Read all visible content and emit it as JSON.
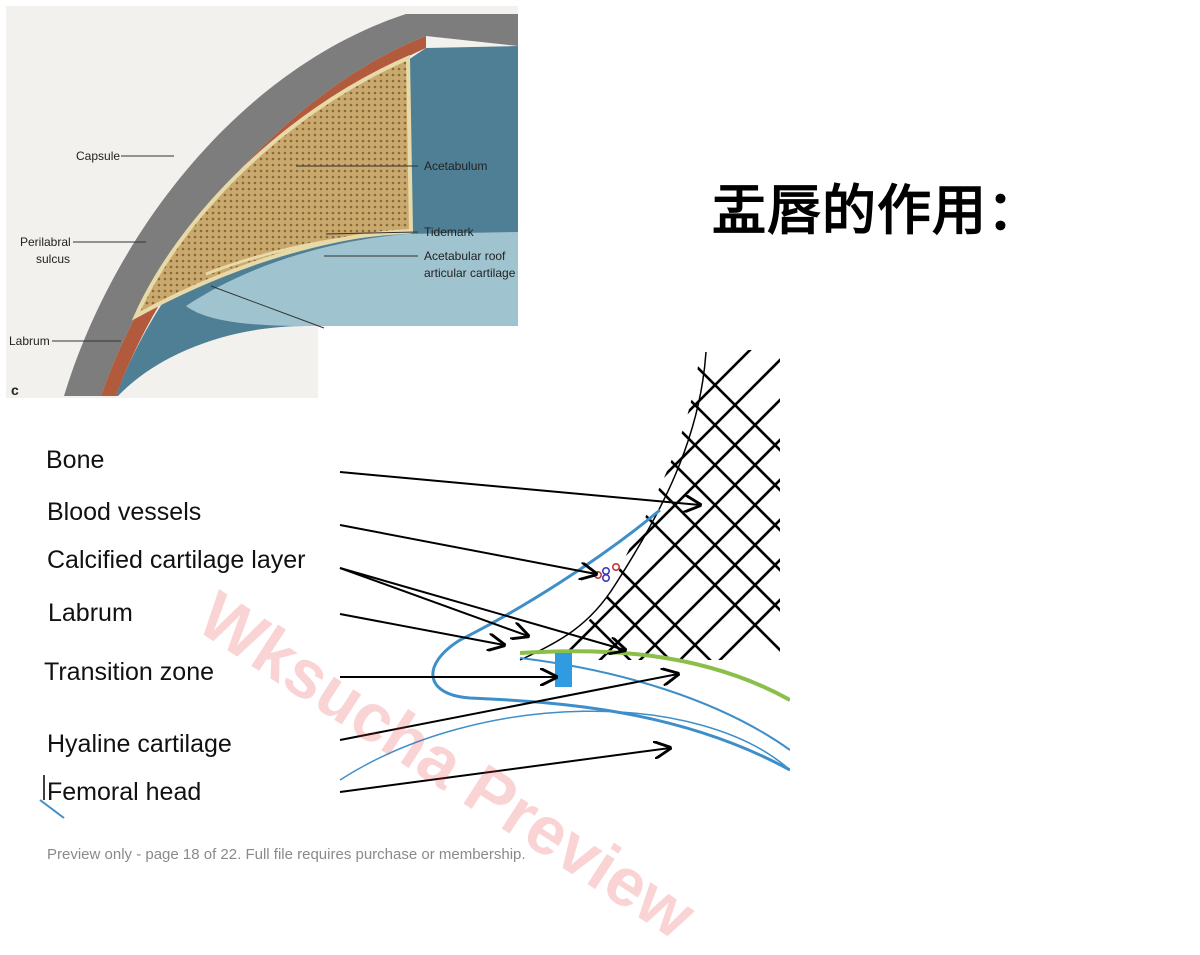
{
  "slide": {
    "title": "盂唇的作用："
  },
  "anatomy_figure": {
    "labels": {
      "capsule": "Capsule",
      "acetabulum": "Acetabulum",
      "perilabral_line1": "Perilabral",
      "perilabral_line2": "sulcus",
      "tidemark": "Tidemark",
      "roof_line1": "Acetabular roof",
      "roof_line2": "articular cartilage",
      "labrum": "Labrum",
      "panel_letter": "c"
    },
    "colors": {
      "bone": "#c7a86c",
      "cartilage": "#9fc3cf",
      "labrum": "#4f7f95",
      "capsule": "#7d7d7d"
    }
  },
  "labrum_diagram": {
    "labels": [
      "Bone",
      "Blood vessels",
      "Calcified cartilage layer",
      "Labrum",
      "Transition zone",
      "Hyaline cartilage",
      "Femoral head"
    ],
    "colors": {
      "outline": "#3e8fc9",
      "transition_zone": "#2f9be0",
      "tidemark": "#8bbf4a",
      "bone_hatch": "#000000",
      "vessels": "#c23a3a"
    }
  },
  "watermark": "Wksucha Preview",
  "footer": {
    "note": "Preview only - page 18 of 22. Full file requires purchase or membership."
  }
}
